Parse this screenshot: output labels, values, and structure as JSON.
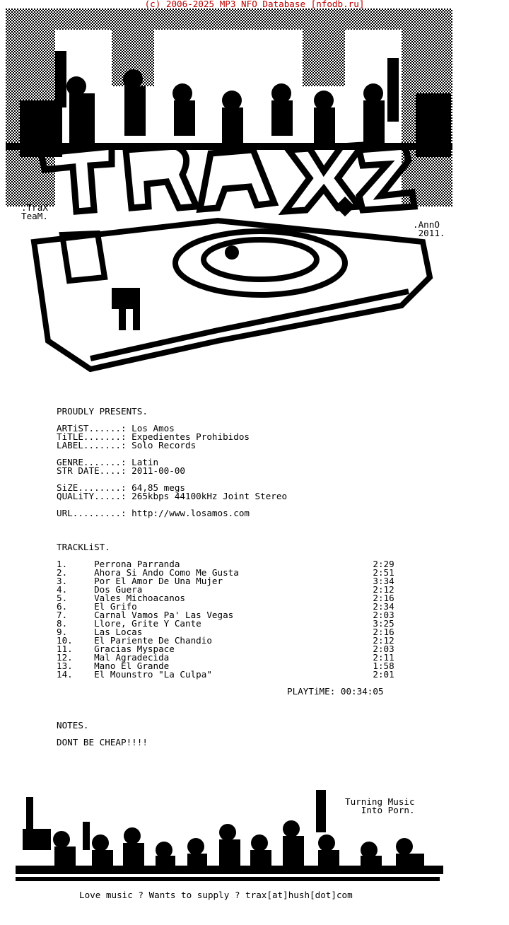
{
  "header": {
    "text": "(c) 2006-2025 MP3 NFO Database [nfodb.ru]",
    "color": "#c00000"
  },
  "logo": {
    "word": "TRAX",
    "left_note": [
      ".TraX",
      "TeaM."
    ],
    "right_note": [
      ".AnnO",
      "2011."
    ]
  },
  "intro": "PROUDLY PRESENTS.",
  "info": [
    {
      "label": "ARTiST......:",
      "value": "Los Amos"
    },
    {
      "label": "TiTLE.......:",
      "value": "Expedientes Prohibidos"
    },
    {
      "label": "LABEL.......:",
      "value": "Solo Records"
    },
    {
      "label": "GENRE.......:",
      "value": "Latin"
    },
    {
      "label": "STR DATE....:",
      "value": "2011-00-00"
    },
    {
      "label": "SiZE........:",
      "value": "64,85 megs"
    },
    {
      "label": "QUALiTY.....:",
      "value": "265kbps 44100kHz Joint Stereo"
    },
    {
      "label": "URL.........:",
      "value": "http://www.losamos.com"
    }
  ],
  "tracklist_title": "TRACKLiST.",
  "tracks": [
    {
      "num": "1.",
      "title": "Perrona Parranda",
      "time": "2:29"
    },
    {
      "num": "2.",
      "title": "Ahora Si Ando Como Me Gusta",
      "time": "2:51"
    },
    {
      "num": "3.",
      "title": "Por El Amor De Una Mujer",
      "time": "3:34"
    },
    {
      "num": "4.",
      "title": "Dos Guera",
      "time": "2:12"
    },
    {
      "num": "5.",
      "title": "Vales Michoacanos",
      "time": "2:16"
    },
    {
      "num": "6.",
      "title": "El Grifo",
      "time": "2:34"
    },
    {
      "num": "7.",
      "title": "Carnal Vamos Pa' Las Vegas",
      "time": "2:03"
    },
    {
      "num": "8.",
      "title": "Llore, Grite Y Cante",
      "time": "3:25"
    },
    {
      "num": "9.",
      "title": "Las Locas",
      "time": "2:16"
    },
    {
      "num": "10.",
      "title": "El Pariente De Chandio",
      "time": "2:12"
    },
    {
      "num": "11.",
      "title": "Gracias Myspace",
      "time": "2:03"
    },
    {
      "num": "12.",
      "title": "Mal Agradecida",
      "time": "2:11"
    },
    {
      "num": "13.",
      "title": "Mano El Grande",
      "time": "1:58"
    },
    {
      "num": "14.",
      "title": "El Mounstro \"La Culpa\"",
      "time": "2:01"
    }
  ],
  "playtime": {
    "label": "PLAYTiME:",
    "value": "00:34:05"
  },
  "notes_title": "NOTES.",
  "notes_text": "DONT BE CHEAP!!!!",
  "slogan": [
    "Turning Music",
    "Into Porn."
  ],
  "footer": "Love music ? Wants to supply ? trax[at]hush[dot]com"
}
